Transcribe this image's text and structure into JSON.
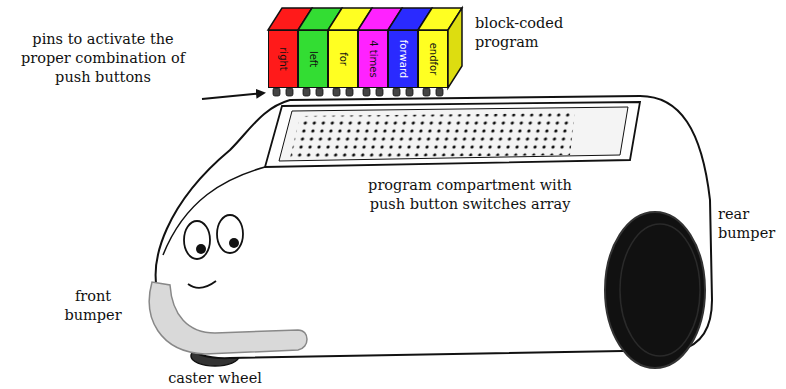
{
  "diagram": {
    "nodes": [
      {
        "text": [
          "right"
        ]
      },
      {
        "text": [
          "left"
        ]
      },
      {
        "text": [
          "for"
        ]
      },
      {
        "text": [
          "4 times"
        ]
      },
      {
        "text": [
          "forward"
        ]
      },
      {
        "text": [
          "endfor"
        ]
      }
    ],
    "labels": [
      "pins to activate the proper combination of push buttons",
      "block-coded program",
      "program compartment with push button switches array",
      "rear bumper",
      "front bumper",
      "caster wheel"
    ]
  }
}
